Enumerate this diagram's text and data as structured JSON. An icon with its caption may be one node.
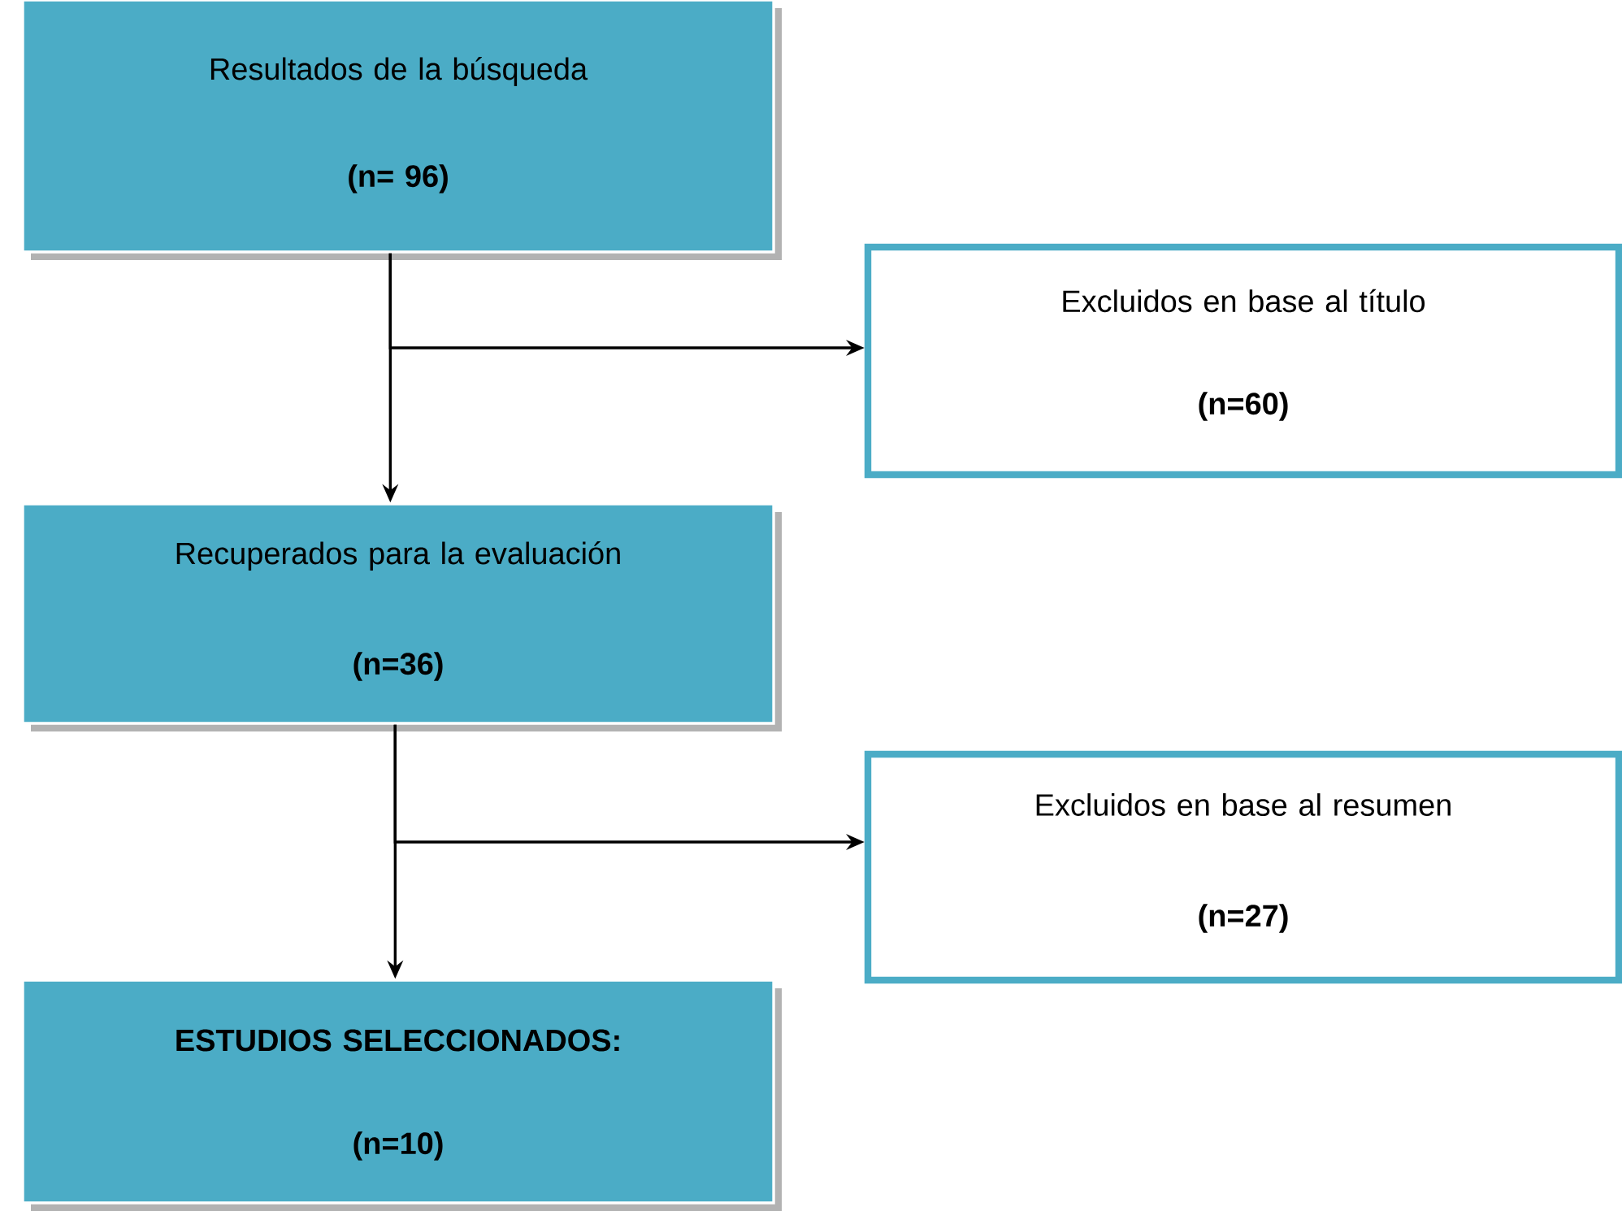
{
  "diagram": {
    "nodes": [
      {
        "text": [
          "Resultados de la búsqueda",
          "(n= 96)"
        ]
      },
      {
        "text": [
          "Excluidos en base al título",
          "(n=60)"
        ]
      },
      {
        "text": [
          "Recuperados para la evaluación",
          "(n=36)"
        ]
      },
      {
        "text": [
          "Excluidos en base al resumen",
          "(n=27)"
        ]
      },
      {
        "text": [
          "ESTUDIOS SELECCIONADOS:",
          "(n=10)"
        ]
      }
    ],
    "edges": [
      {
        "from": 0,
        "to": 2,
        "arrow": "to"
      },
      {
        "from": 0,
        "to": 1,
        "arrow": "to"
      },
      {
        "from": 2,
        "to": 4,
        "arrow": "to"
      },
      {
        "from": 2,
        "to": 3,
        "arrow": "to"
      }
    ]
  }
}
